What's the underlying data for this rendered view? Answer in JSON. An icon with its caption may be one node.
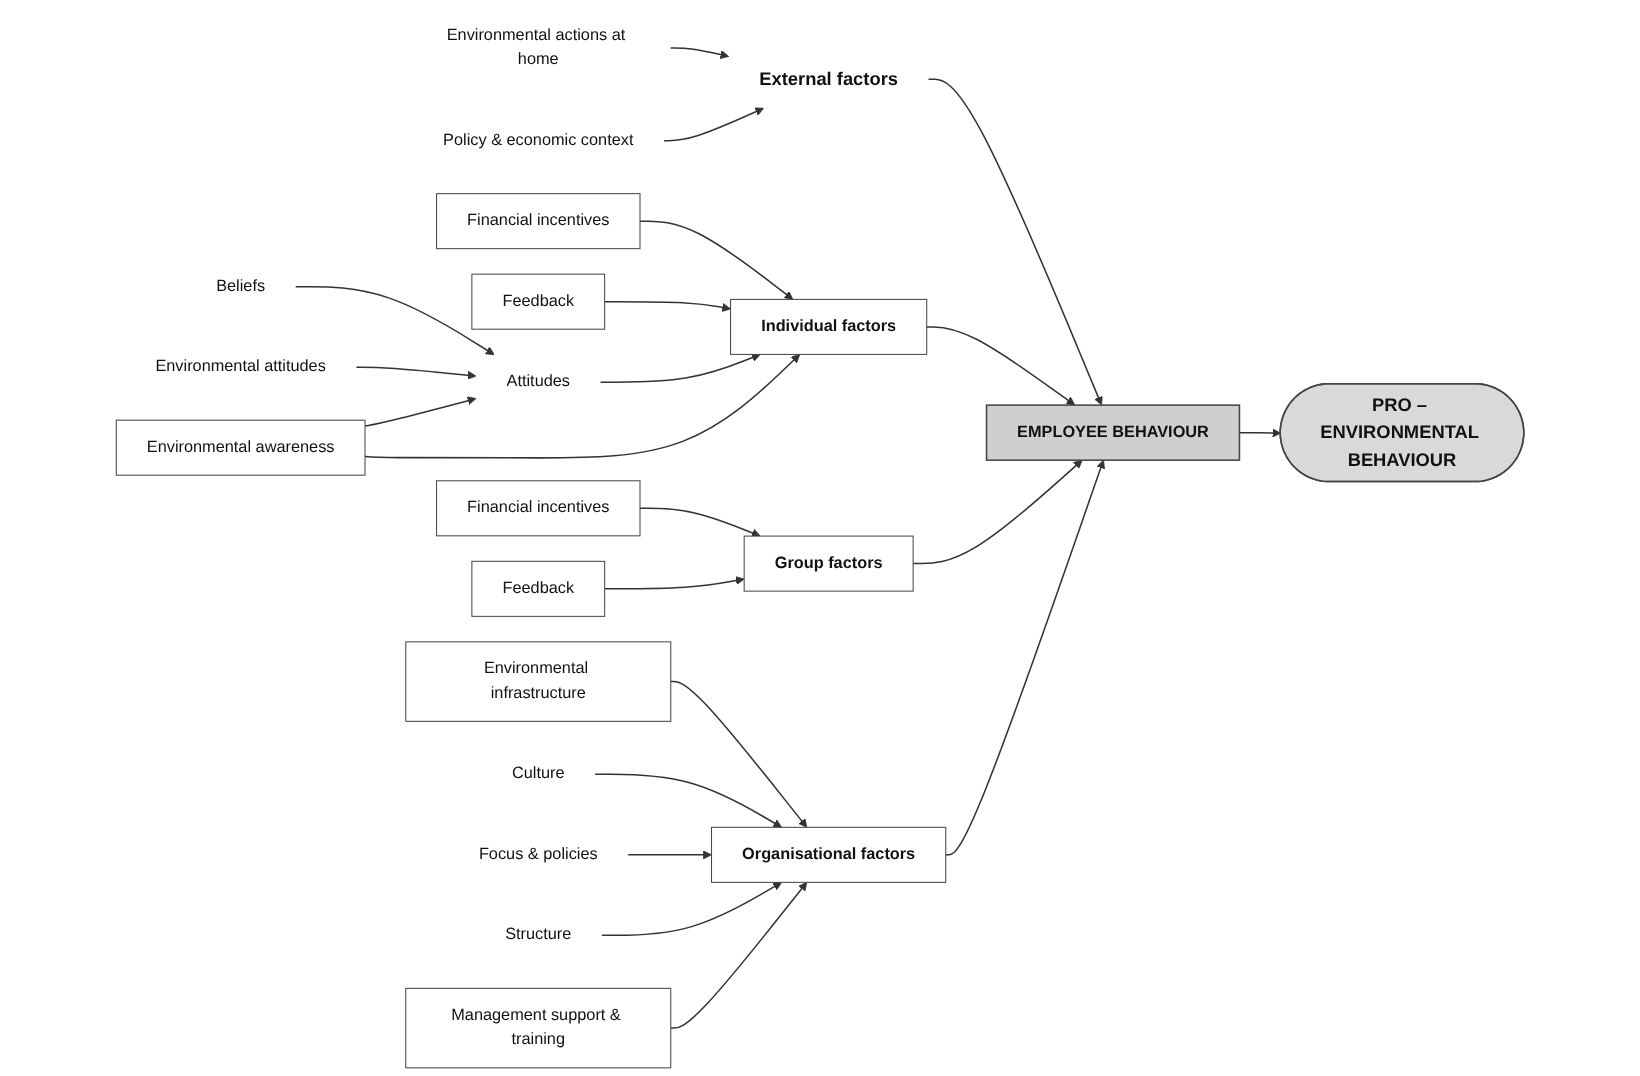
{
  "diagram": {
    "nodes": [
      {
        "text": [
          "Financial incentives"
        ]
      },
      {
        "text": [
          "Feedback"
        ]
      },
      {
        "text": [
          "Beliefs"
        ]
      },
      {
        "text": [
          "Environmental attitudes"
        ]
      },
      {
        "text": [
          "Attitudes"
        ]
      },
      {
        "text": [
          "Environmental awareness"
        ]
      },
      {
        "text": [
          "Individual factors"
        ]
      },
      {
        "text": [
          "Environmental actions at home"
        ]
      },
      {
        "text": [
          "External factors"
        ]
      },
      {
        "text": [
          "Policy & economic context"
        ]
      },
      {
        "text": [
          "EMPLOYEE BEHAVIOUR"
        ]
      },
      {
        "text": [
          "PRO – ENVIRONMENTAL BEHAVIOUR"
        ]
      },
      {
        "text": [
          "Financial incentives"
        ]
      },
      {
        "text": [
          "Group factors"
        ]
      },
      {
        "text": [
          "Feedback"
        ]
      },
      {
        "text": [
          "Organisational factors"
        ]
      },
      {
        "text": [
          "Environmental infrastructure"
        ]
      },
      {
        "text": [
          "Culture"
        ]
      },
      {
        "text": [
          "Focus & policies"
        ]
      },
      {
        "text": [
          "Structure"
        ]
      },
      {
        "text": [
          "Management support & training"
        ]
      }
    ],
    "edges": [
      {
        "from": 0,
        "to": 6,
        "arrow": "to"
      },
      {
        "from": 1,
        "to": 6,
        "arrow": "to"
      },
      {
        "from": 2,
        "to": 4,
        "arrow": "to"
      },
      {
        "from": 3,
        "to": 4,
        "arrow": "to"
      },
      {
        "from": 5,
        "to": 4,
        "arrow": "to"
      },
      {
        "from": 4,
        "to": 6,
        "arrow": "to"
      },
      {
        "from": 5,
        "to": 6,
        "arrow": "to"
      },
      {
        "from": 7,
        "to": 8,
        "arrow": "to"
      },
      {
        "from": 9,
        "to": 8,
        "arrow": "to"
      },
      {
        "from": 8,
        "to": 10,
        "arrow": "to"
      },
      {
        "from": 6,
        "to": 10,
        "arrow": "to"
      },
      {
        "from": 10,
        "to": 11,
        "arrow": "to"
      },
      {
        "from": 12,
        "to": 13,
        "arrow": "to"
      },
      {
        "from": 14,
        "to": 13,
        "arrow": "to"
      },
      {
        "from": 13,
        "to": 10,
        "arrow": "to"
      },
      {
        "from": 15,
        "to": 10,
        "arrow": "to"
      },
      {
        "from": 16,
        "to": 15,
        "arrow": "to"
      },
      {
        "from": 17,
        "to": 15,
        "arrow": "to"
      },
      {
        "from": 18,
        "to": 15,
        "arrow": "to"
      },
      {
        "from": 19,
        "to": 15,
        "arrow": "to"
      },
      {
        "from": 20,
        "to": 15,
        "arrow": "to"
      }
    ]
  }
}
